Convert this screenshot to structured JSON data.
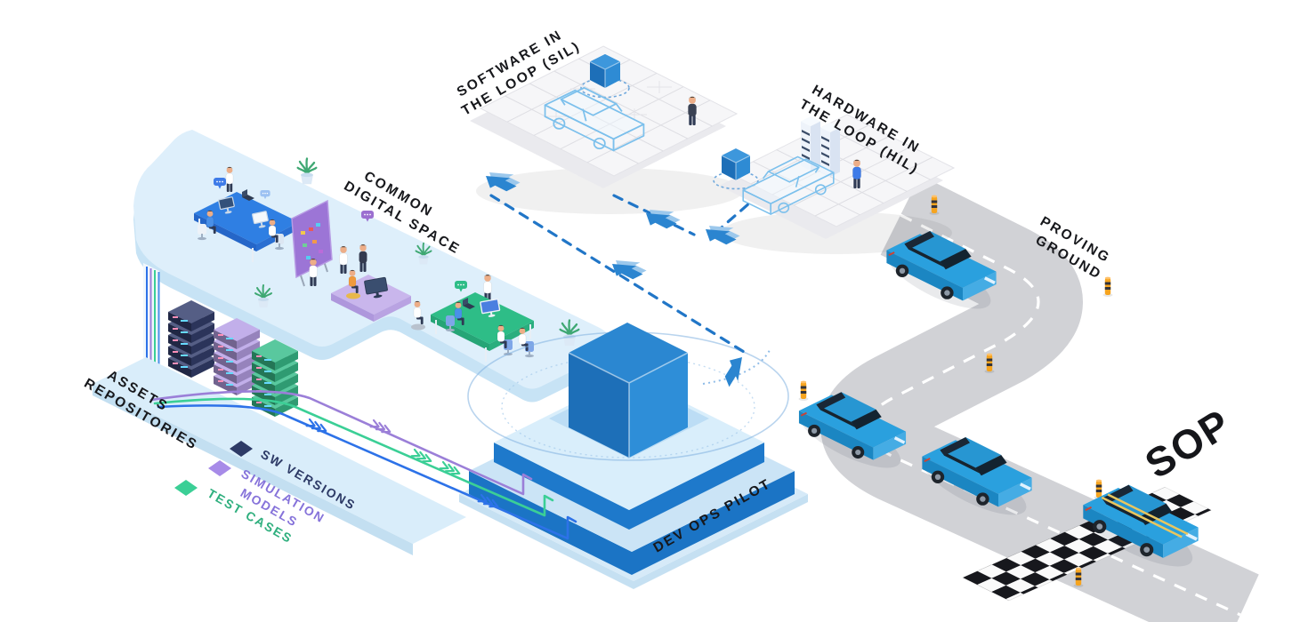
{
  "labels": {
    "sil": {
      "line1": "SOFTWARE IN",
      "line2": "THE LOOP (SIL)"
    },
    "hil": {
      "line1": "HARDWARE IN",
      "line2": "THE LOOP (HIL)"
    },
    "common": {
      "line1": "COMMON",
      "line2": "DIGITAL SPACE"
    },
    "assets": {
      "line1": "ASSETS",
      "line2": "REPOSITORIES"
    },
    "proving": {
      "line1": "PROVING",
      "line2": "GROUND"
    },
    "devops": {
      "text": "DEV OPS PILOT"
    },
    "sop": {
      "text": "SOP"
    }
  },
  "legend": {
    "items": [
      {
        "id": "sw-versions",
        "line1": "SW VERSIONS",
        "line2": "",
        "swatch": "#2D3A66",
        "text_color": "#2D3A66"
      },
      {
        "id": "simulation-models",
        "line1": "SIMULATION",
        "line2": "MODELS",
        "swatch": "#A78BE8",
        "text_color": "#8673DA"
      },
      {
        "id": "test-cases",
        "line1": "TEST CASES",
        "line2": "",
        "swatch": "#3BCF96",
        "text_color": "#2FAF7E"
      }
    ]
  },
  "colors": {
    "accent_blue": "#2B85D0",
    "cube_blue": "#2585CE",
    "platform_blue": "#DEEFFB",
    "devops_band_blue": "#1B74C5",
    "road_gray": "#D1D2D6",
    "car_blue": "#2AA0DE",
    "bollard_orange": "#F6A41F",
    "flow_purple": "#9B7FD8",
    "flow_green": "#3BCF96",
    "flow_blue": "#2D72E8",
    "server_navy": "#35406E",
    "server_purple": "#B7A0E6",
    "server_green": "#3ABE8C"
  },
  "icons": {
    "flow_arrow": "isometric-corner-arrow",
    "chevrons": "triple-chevron",
    "swatch": "diamond"
  }
}
